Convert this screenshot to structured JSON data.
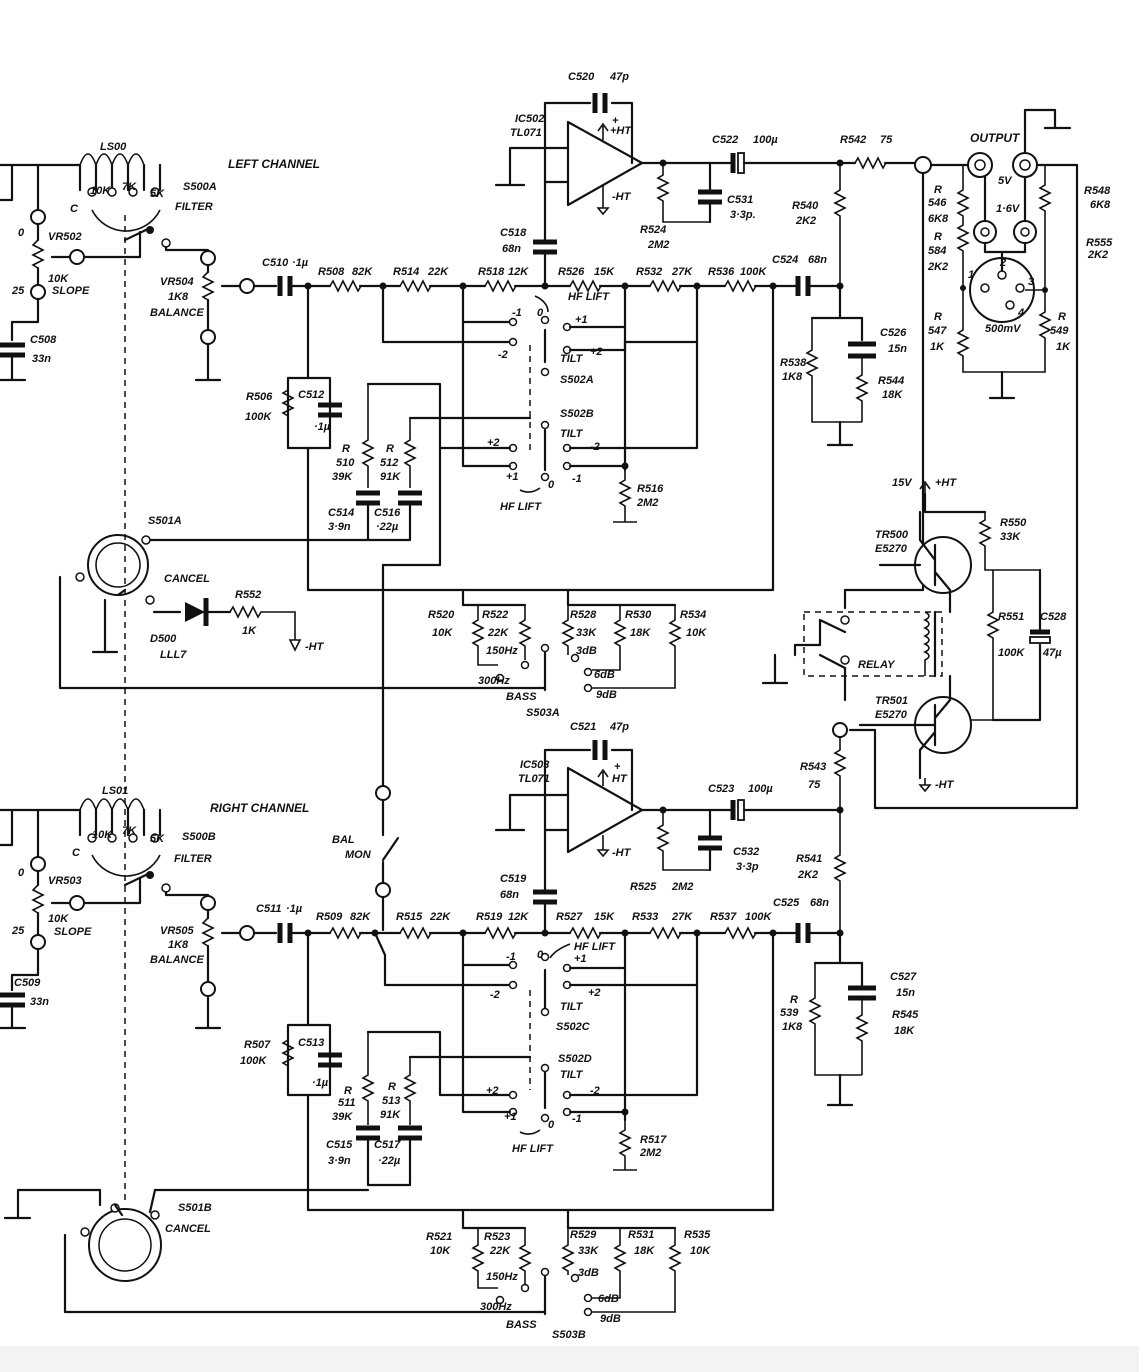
{
  "left": {
    "channel_title": "LEFT CHANNEL",
    "ls": "LS00",
    "ls_taps": [
      "10K",
      "7K",
      "5K"
    ],
    "ls_c": "C",
    "filter_switch": "S500A",
    "filter_label": "FILTER",
    "vr_slope": "VR502",
    "vr_slope_v": "10K",
    "slope": "SLOPE",
    "pos0": "0",
    "pos25": "25",
    "c_in": "C508",
    "c_in_v": "33n",
    "vr_bal": "VR504",
    "vr_bal_v": "1K8",
    "balance": "BALANCE",
    "c_cpl": "C510",
    "c_cpl_v": "·1µ",
    "r_a": "R508",
    "r_a_v": "82K",
    "r_b": "R514",
    "r_b_v": "22K",
    "r_c": "R518",
    "r_c_v": "12K",
    "r_d": "R526",
    "r_d_v": "15K",
    "r_e": "R532",
    "r_e_v": "27K",
    "r_f": "R536",
    "r_f_v": "100K",
    "c_out": "C524",
    "c_out_v": "68n",
    "c_fb": "C518",
    "c_fb_v": "68n",
    "ic": "IC502",
    "ic_type": "TL071",
    "c_ff": "C520",
    "c_ff_v": "47p",
    "plus": "+",
    "hplus": "+HT",
    "hminus": "-HT",
    "r_ld": "R524",
    "r_ld_v": "2M2",
    "c_o": "C522",
    "c_o_v": "100µ",
    "c_sm": "C531",
    "c_sm_v": "3·3p.",
    "r_pot": "R540",
    "r_pot_v": "2K2",
    "r_ser": "R542",
    "r_ser_v": "75",
    "c_dm": "C526",
    "c_dm_v": "15n",
    "r_dm1": "R538",
    "r_dm1_v": "1K8",
    "r_dm2": "R544",
    "r_dm2_v": "18K",
    "r_sh": "R506",
    "r_sh_v": "100K",
    "c_sh": "C512",
    "c_sh_v": "·1µ",
    "r_t1": "R",
    "r_t1_n": "510",
    "r_t1_v": "39K",
    "r_t2": "R",
    "r_t2_n": "512",
    "r_t2_v": "91K",
    "c_t1": "C514",
    "c_t1_v": "3·9n",
    "c_t2": "C516",
    "c_t2_v": "·22µ",
    "sw_a": "S502A",
    "sw_b": "S502B",
    "tilt": "TILT",
    "hf_lift": "HF LIFT",
    "m1": "-1",
    "m2": "-2",
    "p1": "+1",
    "p2": "+2",
    "o": "0",
    "p2b": "+2",
    "r_tg": "R516",
    "r_tg_v": "2M2",
    "cancel_sw": "S501A",
    "cancel": "CANCEL",
    "diode": "D500",
    "diode_v": "LLL7",
    "r_cn": "R552",
    "r_cn_v": "1K",
    "r_b1": "R520",
    "r_b1_v": "10K",
    "r_b2": "R522",
    "r_b2_v": "22K",
    "hz150": "150Hz",
    "hz300": "300Hz",
    "r_b3": "R528",
    "r_b3_v": "33K",
    "db3": "3dB",
    "db6": "6dB",
    "db9": "9dB",
    "r_b4": "R530",
    "r_b4_v": "18K",
    "r_b5": "R534",
    "r_b5_v": "10K",
    "bass": "BASS",
    "bass_sw": "S503A"
  },
  "right": {
    "channel_title": "RIGHT CHANNEL",
    "ls": "LS01",
    "ls_taps": [
      "10K",
      "7K",
      "5K"
    ],
    "ls_c": "C",
    "filter_switch": "S500B",
    "filter_label": "FILTER",
    "vr_slope": "VR503",
    "vr_slope_v": "10K",
    "slope": "SLOPE",
    "pos0": "0",
    "pos25": "25",
    "c_in": "C509",
    "c_in_v": "33n",
    "vr_bal": "VR505",
    "vr_bal_v": "1K8",
    "balance": "BALANCE",
    "c_cpl": "C511",
    "c_cpl_v": "·1µ",
    "r_a": "R509",
    "r_a_v": "82K",
    "r_b": "R515",
    "r_b_v": "22K",
    "r_c": "R519",
    "r_c_v": "12K",
    "r_d": "R527",
    "r_d_v": "15K",
    "r_e": "R533",
    "r_e_v": "27K",
    "r_f": "R537",
    "r_f_v": "100K",
    "c_out": "C525",
    "c_out_v": "68n",
    "c_fb": "C519",
    "c_fb_v": "68n",
    "ic": "IC503",
    "ic_type": "TL071",
    "c_ff": "C521",
    "c_ff_v": "47p",
    "plus": "+",
    "hplus": "HT",
    "hminus": "-HT",
    "r_ld": "R525",
    "r_ld_v": "2M2",
    "c_o": "C523",
    "c_o_v": "100µ",
    "c_sm": "C532",
    "c_sm_v": "3·3p",
    "r_pot": "R541",
    "r_pot_v": "2K2",
    "r_ser": "R543",
    "r_ser_v": "75",
    "c_dm": "C527",
    "c_dm_v": "15n",
    "r_dm1": "R",
    "r_dm1_n": "539",
    "r_dm1_v": "1K8",
    "r_dm2": "R545",
    "r_dm2_v": "18K",
    "r_sh": "R507",
    "r_sh_v": "100K",
    "c_sh": "C513",
    "c_sh_v": "·1µ",
    "r_t1": "R",
    "r_t1_n": "511",
    "r_t1_v": "39K",
    "r_t2": "R",
    "r_t2_n": "513",
    "r_t2_v": "91K",
    "c_t1": "C515",
    "c_t1_v": "3·9n",
    "c_t2": "C517",
    "c_t2_v": "·22µ",
    "sw_a": "S502C",
    "sw_b": "S502D",
    "tilt": "TILT",
    "hf_lift": "HF LIFT",
    "m1": "-1",
    "m2": "-2",
    "p1": "+1",
    "p2": "+2",
    "o": "0",
    "r_tg": "R517",
    "r_tg_v": "2M2",
    "cancel_sw": "S501B",
    "cancel": "CANCEL",
    "r_b1": "R521",
    "r_b1_v": "10K",
    "r_b2": "R523",
    "r_b2_v": "22K",
    "hz150": "150Hz",
    "hz300": "300Hz",
    "r_b3": "R529",
    "r_b3_v": "33K",
    "db3": "3dB",
    "db6": "6dB",
    "db9": "9dB",
    "r_b4": "R531",
    "r_b4_v": "18K",
    "r_b5": "R535",
    "r_b5_v": "10K",
    "bass": "BASS",
    "bass_sw": "S503B"
  },
  "output": {
    "label": "OUTPUT",
    "v5": "5V",
    "v16": "1·6V",
    "mv500": "500mV",
    "r546": "R",
    "r546_n": "546",
    "r546_v": "6K8",
    "r584": "R",
    "r584_n": "584",
    "r584_v": "2K2",
    "r547": "R",
    "r547_n": "547",
    "r547_v": "1K",
    "r549": "R",
    "r549_n": "549",
    "r549_v": "1K",
    "r548": "R548",
    "r548_v": "6K8",
    "r555": "R555",
    "r555_v": "2K2",
    "pins": [
      "1",
      "2",
      "3",
      "4"
    ]
  },
  "relay": {
    "label": "RELAY",
    "v15": "15V",
    "hplus": "+HT",
    "hminus": "-HT",
    "tr500": "TR500",
    "tr500_t": "E5270",
    "tr501": "TR501",
    "tr501_t": "E5270",
    "r550": "R550",
    "r550_v": "33K",
    "r551": "R551",
    "r551_v": "100K",
    "c528": "C528",
    "c528_v": "47µ"
  },
  "balmon": {
    "line1": "BAL",
    "line2": "MON"
  }
}
